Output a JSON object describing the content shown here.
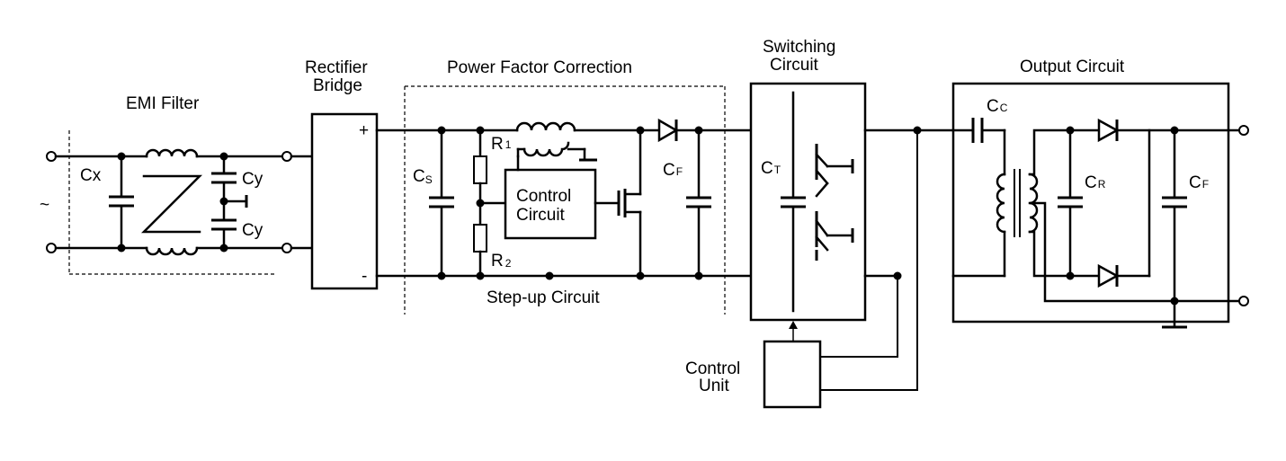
{
  "blocks": {
    "emi_filter": "EMI Filter",
    "rectifier_line1": "Rectifier",
    "rectifier_line2": "Bridge",
    "pfc": "Power Factor Correction",
    "step_up": "Step-up Circuit",
    "switching_line1": "Switching",
    "switching_line2": "Circuit",
    "output": "Output Circuit",
    "control_unit_line1": "Control",
    "control_unit_line2": "Unit",
    "control_circuit_line1": "Control",
    "control_circuit_line2": "Circuit"
  },
  "components": {
    "ac_source": "~",
    "cx": "Cx",
    "cy_top": "Cy",
    "cy_bottom": "Cy",
    "plus": "+",
    "minus": "-",
    "cs_main": "C",
    "cs_sub": "S",
    "r1_main": "R",
    "r1_sub": "1",
    "r2_main": "R",
    "r2_sub": "2",
    "cf1_main": "C",
    "cf1_sub": "F",
    "ct_main": "C",
    "ct_sub": "T",
    "cc_main": "C",
    "cc_sub": "C",
    "cr_main": "C",
    "cr_sub": "R",
    "cf2_main": "C",
    "cf2_sub": "F"
  }
}
